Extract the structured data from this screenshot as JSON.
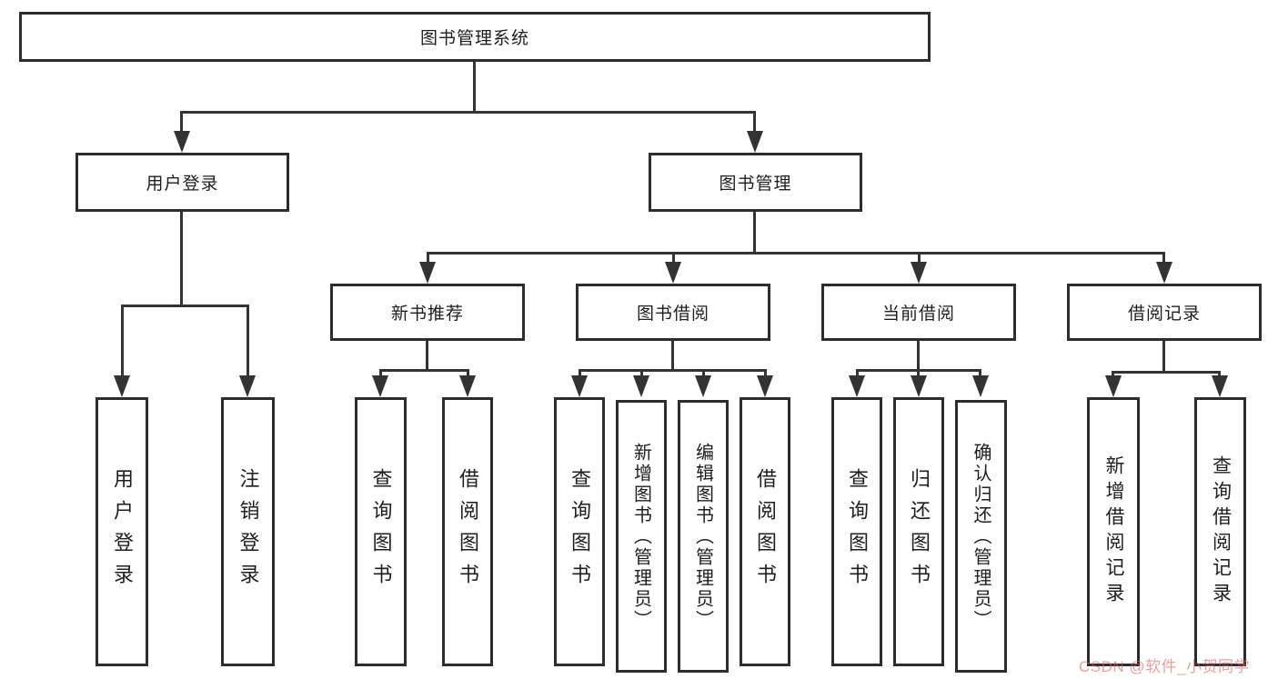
{
  "tree": {
    "label": "图书管理系统",
    "children": [
      {
        "label": "用户登录",
        "children": [
          {
            "label": "用户登录"
          },
          {
            "label": "注销登录"
          }
        ]
      },
      {
        "label": "图书管理",
        "children": [
          {
            "label": "新书推荐",
            "children": [
              {
                "label": "查询图书"
              },
              {
                "label": "借阅图书"
              }
            ]
          },
          {
            "label": "图书借阅",
            "children": [
              {
                "label": "查询图书"
              },
              {
                "label": "新增图书（管理员）"
              },
              {
                "label": "编辑图书（管理员）"
              },
              {
                "label": "借阅图书"
              }
            ]
          },
          {
            "label": "当前借阅",
            "children": [
              {
                "label": "查询图书"
              },
              {
                "label": "归还图书"
              },
              {
                "label": "确认归还（管理员）"
              }
            ]
          },
          {
            "label": "借阅记录",
            "children": [
              {
                "label": "新增借阅记录"
              },
              {
                "label": "查询借阅记录"
              }
            ]
          }
        ]
      }
    ]
  },
  "watermark": {
    "text": "CSDN @软件_小贺同学"
  },
  "colors": {
    "line": "#333333",
    "box_border": "#2d2d2d",
    "background": "#ffffff",
    "watermark": "#de5e64"
  }
}
